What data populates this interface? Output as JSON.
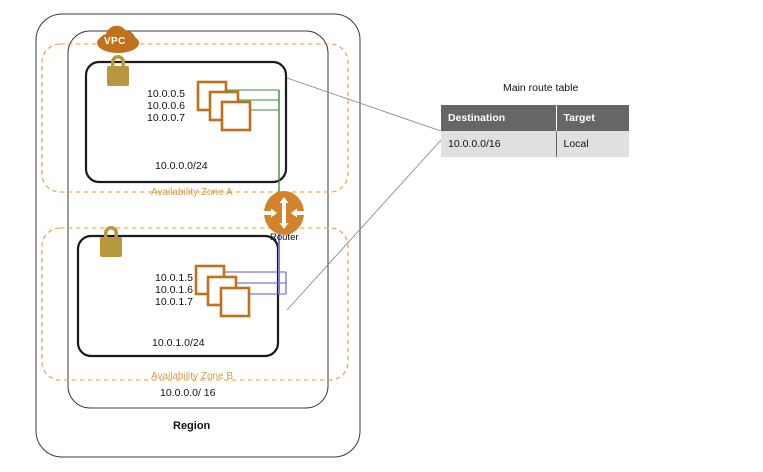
{
  "diagram": {
    "region": {
      "label": "Region"
    },
    "vpc": {
      "badge": "VPC",
      "cidr": "10.0.0.0/ 16",
      "lock_icon": "padlock-icon",
      "cloud_icon": "cloud-icon"
    },
    "router": {
      "label": "Router",
      "icon": "router-icon"
    },
    "zones": [
      {
        "name": "Availability Zone A",
        "subnet_cidr": "10.0.0.0/24",
        "link_color": "#3E8B3E",
        "instances": [
          {
            "ip": "10.0.0.5"
          },
          {
            "ip": "10.0.0.6"
          },
          {
            "ip": "10.0.0.7"
          }
        ]
      },
      {
        "name": "Availability Zone B",
        "subnet_cidr": "10.0.1.0/24",
        "link_color": "#5A5AD8",
        "instances": [
          {
            "ip": "10.0.1.5"
          },
          {
            "ip": "10.0.1.6"
          },
          {
            "ip": "10.0.1.7"
          }
        ]
      }
    ]
  },
  "route_table": {
    "title": "Main route table",
    "columns": [
      "Destination",
      "Target"
    ],
    "rows": [
      {
        "destination": "10.0.0.0/16",
        "target": "Local"
      }
    ]
  },
  "colors": {
    "aws_orange": "#C1701C",
    "router_orange": "#D2832B",
    "lock_gold": "#B8973F",
    "az_dashed": "#E09B3D",
    "subnet_border": "#1A1A1A",
    "outline_gray": "#3A3A3A",
    "table_header_bg": "#666666",
    "table_row_bg": "#E0E0E0",
    "zone_a_link": "#3E8B3E",
    "zone_b_link": "#5A5AD8"
  }
}
